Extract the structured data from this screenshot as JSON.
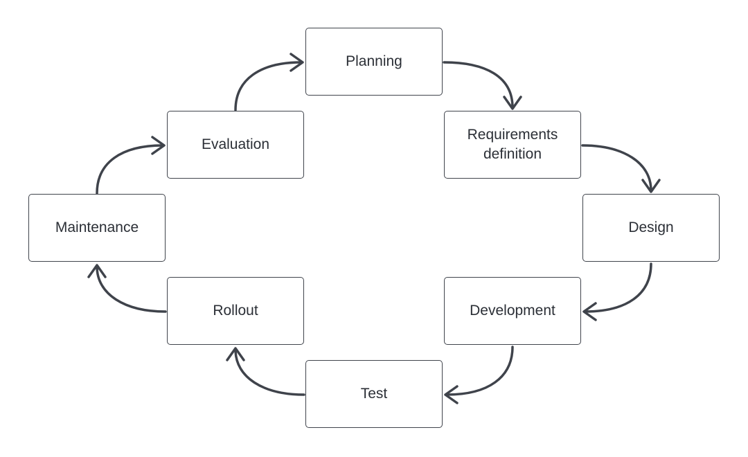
{
  "diagram": {
    "type": "cycle",
    "colors": {
      "stroke": "#3f434b",
      "text": "#2b2f36",
      "background": "#ffffff"
    },
    "nodes": [
      {
        "id": "planning",
        "label": "Planning"
      },
      {
        "id": "requirements",
        "label": "Requirements\ndefinition"
      },
      {
        "id": "design",
        "label": "Design"
      },
      {
        "id": "development",
        "label": "Development"
      },
      {
        "id": "test",
        "label": "Test"
      },
      {
        "id": "rollout",
        "label": "Rollout"
      },
      {
        "id": "maintenance",
        "label": "Maintenance"
      },
      {
        "id": "evaluation",
        "label": "Evaluation"
      }
    ],
    "edges": [
      {
        "from": "planning",
        "to": "requirements"
      },
      {
        "from": "requirements",
        "to": "design"
      },
      {
        "from": "design",
        "to": "development"
      },
      {
        "from": "development",
        "to": "test"
      },
      {
        "from": "test",
        "to": "rollout"
      },
      {
        "from": "rollout",
        "to": "maintenance"
      },
      {
        "from": "maintenance",
        "to": "evaluation"
      },
      {
        "from": "evaluation",
        "to": "planning"
      }
    ]
  }
}
